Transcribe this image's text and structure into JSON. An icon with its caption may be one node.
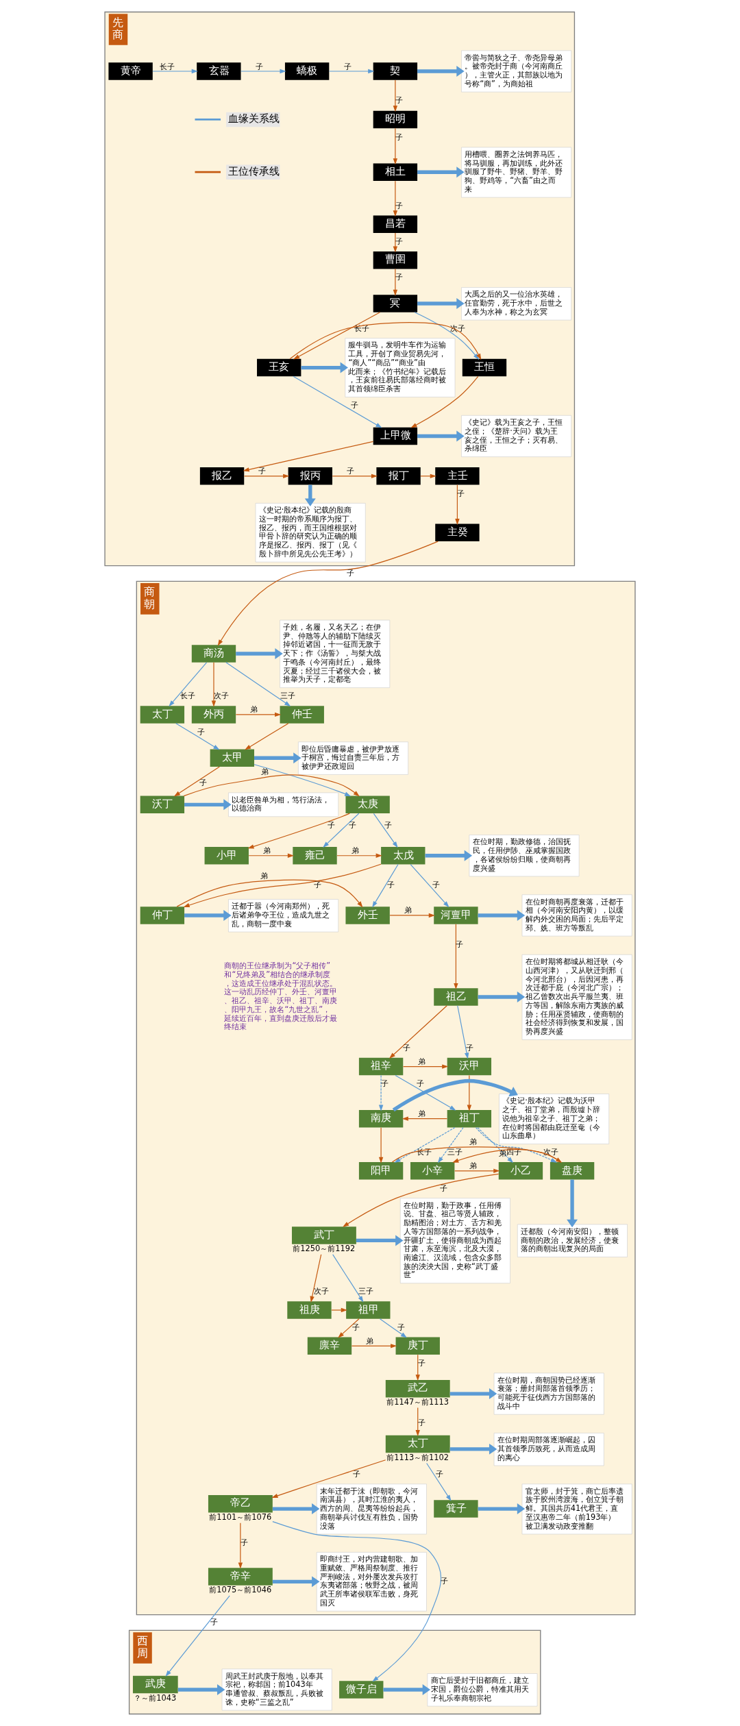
{
  "diagram": {
    "nodes": [
      {
        "text": [
          "先商"
        ]
      },
      {
        "text": [
          "黄帝"
        ],
        "in": 0
      },
      {
        "text": [
          "玄嚣"
        ],
        "in": 0
      },
      {
        "text": [
          "蟜极"
        ],
        "in": 0
      },
      {
        "text": [
          "契"
        ],
        "in": 0
      },
      {
        "text": [
          "帝喾与简狄之子、帝尧异母弟。被帝尧封于商（今河南商丘），主管火正，其部族以地为号称“商”，为商始祖"
        ],
        "in": 0
      },
      {
        "text": [
          "昭明"
        ],
        "in": 0
      },
      {
        "text": [
          "用槽喂、圈养之法饲养马匹，将马驯服，再加训练，此外还驯服了野牛、野猪、野羊、野狗、野鸡等，“六畜”由之而来"
        ],
        "in": 0
      },
      {
        "text": [
          "相土"
        ],
        "in": 0
      },
      {
        "text": [
          "昌若"
        ],
        "in": 0
      },
      {
        "text": [
          "曹圉"
        ],
        "in": 0
      },
      {
        "text": [
          "冥"
        ],
        "in": 0
      },
      {
        "text": [
          "大禹之后的又一位治水英雄，任官勤劳，死于水中，后世之人奉为水神，称之为玄冥"
        ],
        "in": 0
      },
      {
        "text": [
          "服牛驯马，发明牛车作为运输工具，开创了商业贸易先河，“商人”“商品”“商业”由此而来；《竹书纪年》记载后，王亥前往易氏部落经商时被其首领绵臣杀害"
        ],
        "in": 0
      },
      {
        "text": [
          "王亥"
        ],
        "in": 0
      },
      {
        "text": [
          "王恒"
        ],
        "in": 0
      },
      {
        "text": [
          "上甲微"
        ],
        "in": 0
      },
      {
        "text": [
          "《史记》载为王亥之子，王恒之侄；《楚辞·天问》载为王亥之侄，王恒之子；灭有易、杀绵臣"
        ],
        "in": 0
      },
      {
        "text": [
          "报乙"
        ],
        "in": 0
      },
      {
        "text": [
          "报丙"
        ],
        "in": 0
      },
      {
        "text": [
          "报丁"
        ],
        "in": 0
      },
      {
        "text": [
          "主壬"
        ],
        "in": 0
      },
      {
        "text": [
          "《史记·殷本纪》记载的殷商这一时期的帝系顺序为报丁、报乙、报丙，而王国维根据对甲骨卜辞的研究认为正确的顺序是报乙、报丙、报丁（见《殷卜辞中所见先公先王考》）"
        ],
        "in": 0
      },
      {
        "text": [
          "主癸"
        ],
        "in": 0
      },
      {
        "text": [
          "商朝"
        ]
      },
      {
        "text": [
          "商汤"
        ],
        "in": 24
      },
      {
        "text": [
          "子姓，名履，又名天乙；在伊尹、仲虺等人的辅助下陆续灭掉邻近诸国，十一征而无敌于天下；作《汤誓》，与桀大战于鸣条（今河南封丘），最终灭夏；经过三千诸侯大会，被推举为天子，定都亳"
        ],
        "in": 24
      },
      {
        "text": [
          "太丁"
        ],
        "in": 24
      },
      {
        "text": [
          "外丙"
        ],
        "in": 24
      },
      {
        "text": [
          "仲壬"
        ],
        "in": 24
      },
      {
        "text": [
          "太甲"
        ],
        "in": 24
      },
      {
        "text": [
          "即位后昏庸暴虐，被伊尹放逐于桐宫，悔过自责三年后，方被伊尹还政迎回"
        ],
        "in": 24
      },
      {
        "text": [
          "以老臣咎单为相，笃行汤法，以德治商"
        ],
        "in": 24
      },
      {
        "text": [
          "沃丁"
        ],
        "in": 24
      },
      {
        "text": [
          "太庚"
        ],
        "in": 24
      },
      {
        "text": [
          "小甲"
        ],
        "in": 24
      },
      {
        "text": [
          "雍己"
        ],
        "in": 24
      },
      {
        "text": [
          "太戊"
        ],
        "in": 24
      },
      {
        "text": [
          "在位时期，勤政修德，治国抚民，任用伊陟、巫咸掌握国政，各诸侯纷纷归顺，使商朝再度兴盛"
        ],
        "in": 24
      },
      {
        "text": [
          "迁都于嚣（今河南郑州），死后诸弟争夺王位，造成九世之乱，商朝一度中衰"
        ],
        "in": 24
      },
      {
        "text": [
          "仲丁"
        ],
        "in": 24
      },
      {
        "text": [
          "外壬"
        ],
        "in": 24
      },
      {
        "text": [
          "河亶甲"
        ],
        "in": 24
      },
      {
        "text": [
          "在位时商朝再度衰落，迁都于相（今河南安阳内黄），以缓解内外交困的局面；先后平定邳、姺、班方等叛乱"
        ],
        "in": 24
      },
      {
        "text": [
          "祖乙"
        ],
        "in": 24
      },
      {
        "text": [
          "在位时期将都城从相迁耿（今山西河津），又从耿迁到邢（今河北邢台），后因河患，再次迁都于庇（今河北广宗）；祖乙曾数次出兵平服兰夷、班方等国，解除东南方夷族的威胁；任用巫贤辅政，使商朝的社会经济得到恢复和发展，国势再度兴盛"
        ],
        "in": 24
      },
      {
        "text": [
          "祖辛"
        ],
        "in": 24
      },
      {
        "text": [
          "沃甲"
        ],
        "in": 24
      },
      {
        "text": [
          "祖丁"
        ],
        "in": 24
      },
      {
        "text": [
          "南庚"
        ],
        "in": 24
      },
      {
        "text": [
          "《史记·殷本纪》记载为沃甲之子、祖丁堂弟，而殷墟卜辞说他为祖辛之子、祖丁之弟；在位时将国都由庇迁至奄（今山东曲阜）"
        ],
        "in": 24
      },
      {
        "text": [
          "阳甲"
        ],
        "in": 24
      },
      {
        "text": [
          "盘庚"
        ],
        "in": 24
      },
      {
        "text": [
          "小辛"
        ],
        "in": 24
      },
      {
        "text": [
          "小乙"
        ],
        "in": 24
      },
      {
        "text": [
          "迁都殷（今河南安阳），整顿商朝的政治，发展经济，使衰落的商朝出现复兴的局面"
        ],
        "in": 24
      },
      {
        "text": [
          "武丁"
        ],
        "beside": [
          "前1250～前1192"
        ],
        "in": 24
      },
      {
        "text": [
          "在位时期，勤于政事，任用傅说、甘盘、祖己等贤人辅政，励精图治；对土方、舌方和羌人等方国部落的一系列战争，开疆扩土，使得商朝成为西起甘肃，东至海滨，北及大漠，南逾江、汉流域，包含众多部族的泱泱大国，史称“武丁盛世”"
        ],
        "in": 24
      },
      {
        "text": [
          "祖庚"
        ],
        "in": 24
      },
      {
        "text": [
          "祖甲"
        ],
        "in": 24
      },
      {
        "text": [
          "廪辛"
        ],
        "in": 24
      },
      {
        "text": [
          "庚丁"
        ],
        "in": 24
      },
      {
        "text": [
          "在位时期，商朝国势已经逐渐衰落；册封周部落首领季历；可能死于征伐西方方国部落的战斗中"
        ],
        "in": 24
      },
      {
        "text": [
          "武乙"
        ],
        "beside": [
          "前1147～前1113"
        ],
        "in": 24
      },
      {
        "text": [
          "在位时期周部落逐渐崛起，囚其首领季历致死，从而造成周的离心"
        ],
        "in": 24
      },
      {
        "text": [
          "太丁"
        ],
        "beside": [
          "前1113～前1102"
        ],
        "in": 24
      },
      {
        "text": [
          "末年迁都于沬（即朝歌，今河南淇县），其时江淮的夷人，西方的周、昆夷等纷纷起兵，商朝举兵讨伐互有胜负，国势没落"
        ],
        "in": 24
      },
      {
        "text": [
          "帝乙"
        ],
        "beside": [
          "前1101～前1076"
        ],
        "in": 24
      },
      {
        "text": [
          "箕子"
        ],
        "in": 24
      },
      {
        "text": [
          "官太师，封于箕，商亡后率遗族于胶州湾渡海，创立箕子朝鲜。其国共历41代君王，直至汉惠帝二年（前193年）被卫满发动政变推翻"
        ],
        "in": 24
      },
      {
        "text": [
          "即商纣王，对内营建朝歌、加重赋敛、严格周祭制度、推行严刑峻法，对外屡次发兵攻打东夷诸部落；牧野之战，被周武王所率诸侯联军击败，身死国灭"
        ],
        "in": 24
      },
      {
        "text": [
          "帝辛"
        ],
        "beside": [
          "前1075～前1046"
        ],
        "in": 24
      },
      {
        "text": [
          "西周"
        ]
      },
      {
        "text": [
          "周武王封武庚于殷地，以奉其宗祀，称邶国；前1043年串通管叔、蔡叔叛乱，兵败被诛，史称“三监之乱”"
        ],
        "in": 72
      },
      {
        "text": [
          "武庚"
        ],
        "beside": [
          "？～前1043"
        ],
        "in": 72
      },
      {
        "text": [
          "微子启"
        ],
        "in": 72
      },
      {
        "text": [
          "商亡后受封于旧都商丘，建立宋国，爵位公爵，特准其用天子礼乐奉商朝宗祀"
        ],
        "in": 72
      }
    ],
    "edges": [
      {
        "from": 1,
        "to": 2,
        "arrow": "to",
        "label": "长子"
      },
      {
        "from": 2,
        "to": 3,
        "arrow": "to",
        "label": "子"
      },
      {
        "from": 3,
        "to": 4,
        "arrow": "to",
        "label": "子"
      },
      {
        "from": 4,
        "to": 5,
        "arrow": "to",
        "style": "thick"
      },
      {
        "from": 4,
        "to": 6,
        "arrow": "to",
        "label": "子",
        "color": "#c55a11"
      },
      {
        "from": 6,
        "to": 8,
        "arrow": "to",
        "label": "子",
        "color": "#c55a11"
      },
      {
        "from": 8,
        "to": 7,
        "arrow": "to",
        "style": "thick"
      },
      {
        "from": 8,
        "to": 9,
        "arrow": "to",
        "label": "子",
        "color": "#c55a11"
      },
      {
        "from": 9,
        "to": 10,
        "arrow": "to",
        "label": "子",
        "color": "#c55a11"
      },
      {
        "from": 10,
        "to": 11,
        "arrow": "to",
        "label": "子",
        "color": "#c55a11"
      },
      {
        "from": 11,
        "to": 12,
        "arrow": "to",
        "style": "thick"
      },
      {
        "from": 11,
        "to": 14,
        "arrow": "to",
        "label": "长子",
        "color": "#c55a11"
      },
      {
        "from": 11,
        "to": 15,
        "arrow": "to",
        "label": "次子"
      },
      {
        "from": 14,
        "to": 15,
        "arrow": "to",
        "color": "#c55a11"
      },
      {
        "from": 14,
        "to": 13,
        "arrow": "to",
        "style": "thick"
      },
      {
        "from": 14,
        "to": 16,
        "arrow": "to",
        "label": "子"
      },
      {
        "from": 15,
        "to": 16,
        "arrow": "to",
        "color": "#c55a11"
      },
      {
        "from": 16,
        "to": 17,
        "arrow": "to",
        "style": "thick"
      },
      {
        "from": 16,
        "to": 18,
        "arrow": "to",
        "color": "#c55a11"
      },
      {
        "from": 18,
        "to": 19,
        "arrow": "to",
        "label": "子",
        "color": "#c55a11"
      },
      {
        "from": 19,
        "to": 20,
        "arrow": "to",
        "label": "子",
        "color": "#c55a11"
      },
      {
        "from": 20,
        "to": 21,
        "arrow": "to",
        "color": "#c55a11"
      },
      {
        "from": 19,
        "to": 22,
        "arrow": "to",
        "style": "thick"
      },
      {
        "from": 21,
        "to": 23,
        "arrow": "to",
        "label": "子",
        "color": "#c55a11"
      },
      {
        "from": 23,
        "to": 25,
        "arrow": "to",
        "label": "子",
        "color": "#c55a11"
      },
      {
        "from": 25,
        "to": 26,
        "arrow": "to",
        "style": "thick"
      },
      {
        "from": 25,
        "to": 27,
        "arrow": "to",
        "label": "长子"
      },
      {
        "from": 25,
        "to": 28,
        "arrow": "to",
        "label": "次子",
        "color": "#c55a11"
      },
      {
        "from": 25,
        "to": 29,
        "arrow": "to",
        "label": "三子"
      },
      {
        "from": 28,
        "to": 29,
        "arrow": "to",
        "label": "弟",
        "color": "#c55a11"
      },
      {
        "from": 27,
        "to": 30,
        "arrow": "to",
        "label": "子"
      },
      {
        "from": 29,
        "to": 30,
        "arrow": "to",
        "color": "#c55a11"
      },
      {
        "from": 30,
        "to": 31,
        "arrow": "to",
        "style": "thick"
      },
      {
        "from": 30,
        "to": 33,
        "arrow": "to",
        "label": "子",
        "color": "#c55a11"
      },
      {
        "from": 30,
        "to": 34,
        "arrow": "to"
      },
      {
        "from": 33,
        "to": 34,
        "arrow": "to",
        "label": "弟",
        "color": "#c55a11"
      },
      {
        "from": 33,
        "to": 32,
        "arrow": "to",
        "style": "thick"
      },
      {
        "from": 34,
        "to": 35,
        "arrow": "to",
        "label": "子",
        "color": "#c55a11"
      },
      {
        "from": 34,
        "to": 36,
        "arrow": "to",
        "label": "子"
      },
      {
        "from": 34,
        "to": 37,
        "arrow": "to",
        "label": "子"
      },
      {
        "from": 35,
        "to": 36,
        "arrow": "to",
        "label": "弟",
        "color": "#c55a11"
      },
      {
        "from": 36,
        "to": 37,
        "arrow": "to",
        "label": "弟",
        "color": "#c55a11"
      },
      {
        "from": 37,
        "to": 38,
        "arrow": "to",
        "style": "thick"
      },
      {
        "from": 37,
        "to": 40,
        "arrow": "to",
        "label": "子",
        "color": "#c55a11"
      },
      {
        "from": 37,
        "to": 41,
        "arrow": "to",
        "label": "子"
      },
      {
        "from": 37,
        "to": 42,
        "arrow": "to",
        "label": "子"
      },
      {
        "from": 40,
        "to": 41,
        "arrow": "to",
        "label": "弟",
        "color": "#c55a11"
      },
      {
        "from": 41,
        "to": 42,
        "arrow": "to",
        "label": "弟",
        "color": "#c55a11"
      },
      {
        "from": 40,
        "to": 39,
        "arrow": "to",
        "style": "thick"
      },
      {
        "from": 42,
        "to": 43,
        "arrow": "to",
        "style": "thick"
      },
      {
        "from": 42,
        "to": 44,
        "arrow": "to",
        "label": "子",
        "color": "#c55a11"
      },
      {
        "from": 44,
        "to": 45,
        "arrow": "to",
        "style": "thick"
      },
      {
        "from": 44,
        "to": 46,
        "arrow": "to",
        "label": "子",
        "color": "#c55a11"
      },
      {
        "from": 44,
        "to": 47,
        "arrow": "to",
        "label": "子"
      },
      {
        "from": 46,
        "to": 47,
        "arrow": "to",
        "label": "弟",
        "color": "#c55a11"
      },
      {
        "from": 46,
        "to": 48,
        "arrow": "to",
        "label": "子"
      },
      {
        "from": 46,
        "to": 49,
        "arrow": "to",
        "label": "子",
        "style": "dashed"
      },
      {
        "from": 47,
        "to": 48,
        "arrow": "to",
        "color": "#c55a11"
      },
      {
        "from": 48,
        "to": 49,
        "arrow": "to",
        "label": "弟",
        "color": "#c55a11"
      },
      {
        "from": 49,
        "to": 50,
        "arrow": "to",
        "style": "thick"
      },
      {
        "from": 48,
        "to": 51,
        "arrow": "to",
        "label": "长子",
        "style": "dashed"
      },
      {
        "from": 48,
        "to": 52,
        "arrow": "to",
        "label": "次子",
        "style": "dashed"
      },
      {
        "from": 48,
        "to": 53,
        "arrow": "to",
        "label": "三子",
        "style": "dashed"
      },
      {
        "from": 48,
        "to": 54,
        "arrow": "to",
        "label": "四子",
        "style": "dashed"
      },
      {
        "from": 49,
        "to": 51,
        "arrow": "to",
        "color": "#c55a11"
      },
      {
        "from": 51,
        "to": 52,
        "arrow": "to",
        "label": "弟",
        "color": "#c55a11"
      },
      {
        "from": 52,
        "to": 53,
        "arrow": "to",
        "label": "弟",
        "color": "#c55a11"
      },
      {
        "from": 53,
        "to": 54,
        "arrow": "to",
        "label": "弟",
        "color": "#c55a11"
      },
      {
        "from": 52,
        "to": 55,
        "arrow": "to",
        "style": "thick"
      },
      {
        "from": 54,
        "to": 56,
        "arrow": "to",
        "label": "子",
        "color": "#c55a11"
      },
      {
        "from": 56,
        "to": 57,
        "arrow": "to",
        "style": "thick"
      },
      {
        "from": 56,
        "to": 58,
        "arrow": "to",
        "label": "次子",
        "color": "#c55a11"
      },
      {
        "from": 56,
        "to": 59,
        "arrow": "to",
        "label": "三子"
      },
      {
        "from": 58,
        "to": 59,
        "arrow": "to",
        "color": "#c55a11"
      },
      {
        "from": 59,
        "to": 60,
        "arrow": "to",
        "label": "子",
        "color": "#c55a11"
      },
      {
        "from": 59,
        "to": 61,
        "arrow": "to",
        "label": "子"
      },
      {
        "from": 60,
        "to": 61,
        "arrow": "to",
        "label": "弟",
        "color": "#c55a11"
      },
      {
        "from": 61,
        "to": 63,
        "arrow": "to",
        "label": "子",
        "color": "#c55a11"
      },
      {
        "from": 63,
        "to": 62,
        "arrow": "to",
        "style": "thick"
      },
      {
        "from": 63,
        "to": 65,
        "arrow": "to",
        "label": "子",
        "color": "#c55a11"
      },
      {
        "from": 65,
        "to": 64,
        "arrow": "to",
        "style": "thick"
      },
      {
        "from": 65,
        "to": 67,
        "arrow": "to",
        "label": "子",
        "color": "#c55a11"
      },
      {
        "from": 65,
        "to": 68,
        "arrow": "to",
        "label": "子"
      },
      {
        "from": 68,
        "to": 69,
        "arrow": "to",
        "style": "thick"
      },
      {
        "from": 67,
        "to": 66,
        "arrow": "to",
        "style": "thick"
      },
      {
        "from": 67,
        "to": 71,
        "arrow": "to",
        "label": "子",
        "color": "#c55a11"
      },
      {
        "from": 67,
        "to": 75,
        "arrow": "to",
        "label": "子"
      },
      {
        "from": 71,
        "to": 70,
        "arrow": "to",
        "style": "thick"
      },
      {
        "from": 71,
        "to": 74,
        "arrow": "to",
        "label": "子"
      },
      {
        "from": 74,
        "to": 73,
        "arrow": "to",
        "style": "thick"
      },
      {
        "from": 75,
        "to": 76,
        "arrow": "to",
        "style": "thick"
      }
    ],
    "labels": [
      "商朝的王位继承制为“父子相传”和“兄终弟及”相结合的继承制度，这造成王位继承处于混乱状态。这一动乱历经仲丁、外壬、河亶甲、祖乙、祖辛、沃甲、祖丁、南庚、阳甲九王，故名“九世之乱”，延续近百年，直到盘庚迁殷后才最终结束"
    ],
    "legend": [
      {
        "text": "血缘关系线"
      },
      {
        "text": "王位传承线"
      }
    ]
  }
}
